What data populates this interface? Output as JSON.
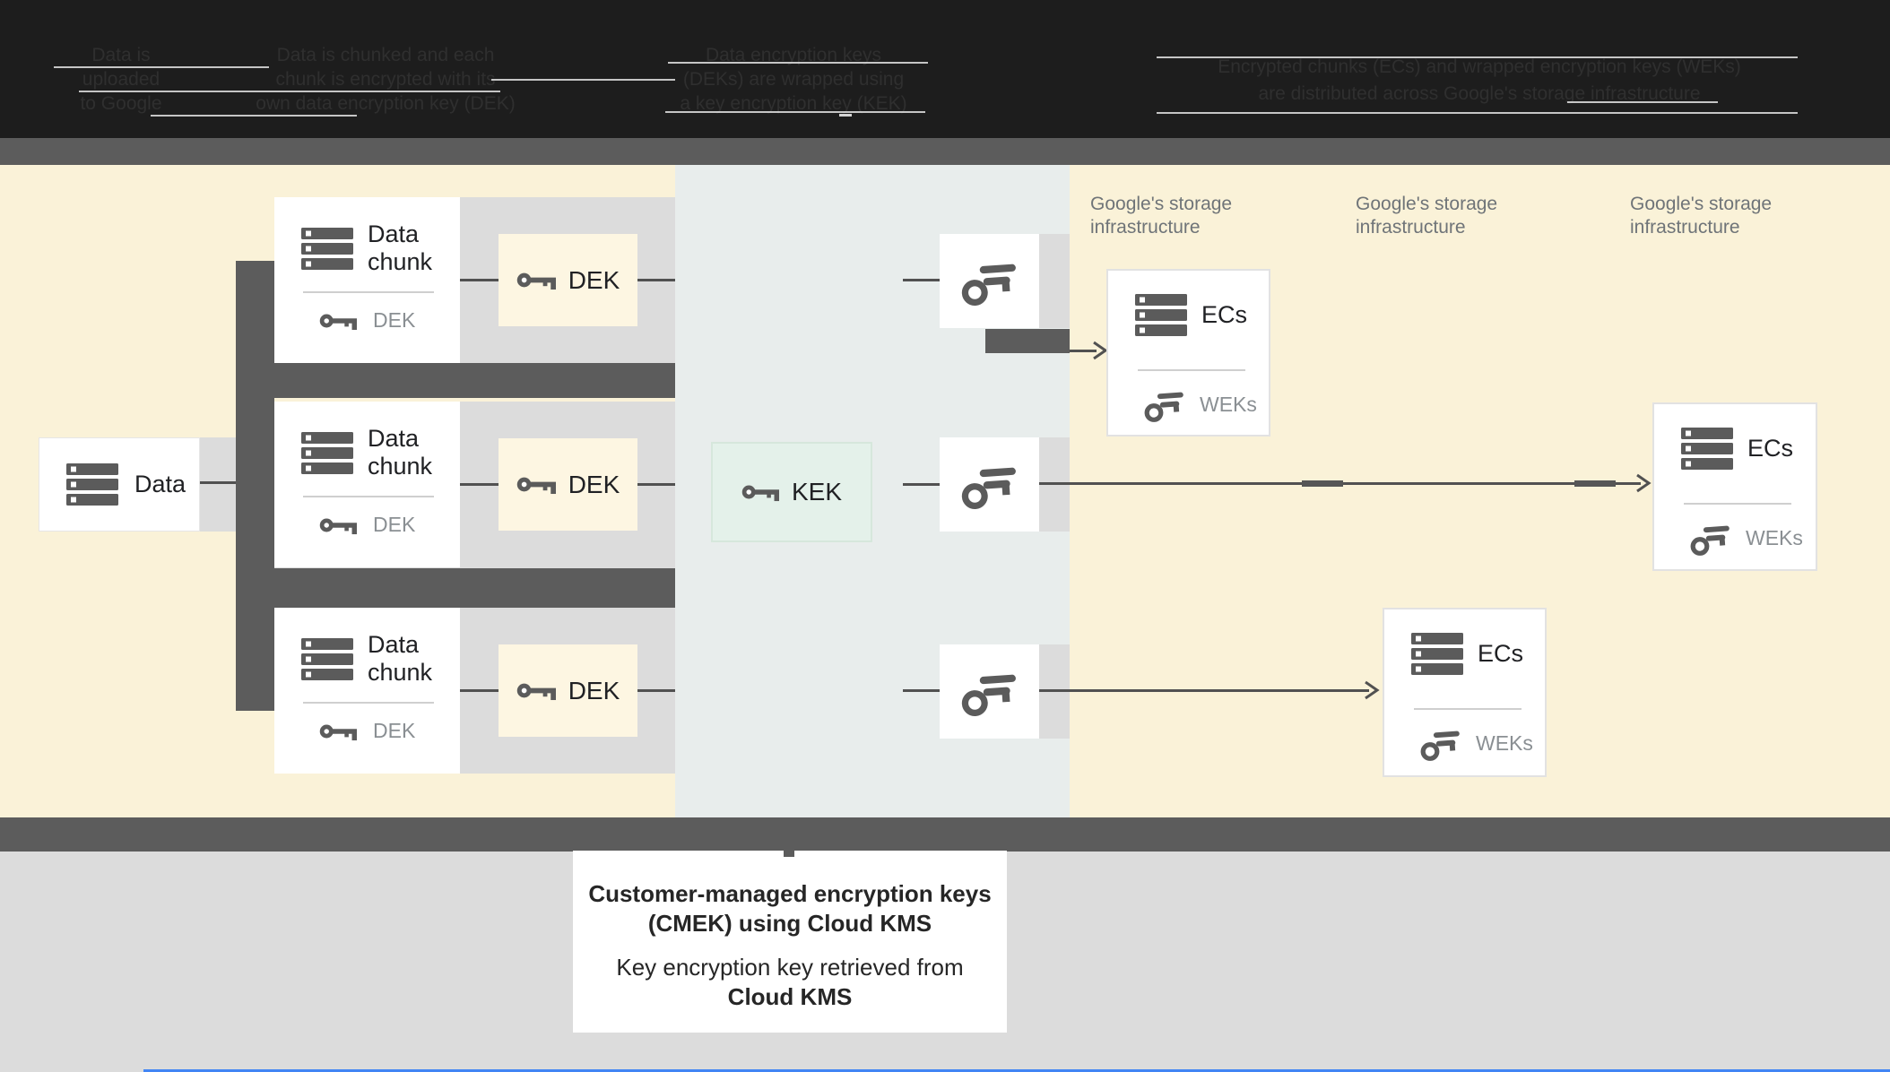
{
  "header": {
    "steps": [
      {
        "lines": [
          "Data is",
          "uploaded",
          "to Google"
        ]
      },
      {
        "lines": [
          "Data is chunked and each",
          "chunk is encrypted with its",
          "own data encryption key (DEK)"
        ]
      },
      {
        "lines": [
          "Data encryption keys",
          "(DEKs) are wrapped using",
          "a key encryption key (KEK)"
        ]
      },
      {
        "lines": [
          "Encrypted chunks (ECs) and wrapped encryption keys (WEKs)",
          "are distributed across Google's storage infrastructure"
        ]
      }
    ]
  },
  "diagram": {
    "data_box_label": "Data",
    "chunk_box_label": "Data chunk",
    "chunk_key_label": "DEK",
    "dek_box_label": "DEK",
    "kek_box_label": "KEK",
    "ecs_box_label": "ECs",
    "weks_label": "WEKs",
    "storage_label_line1": "Google's storage",
    "storage_label_line2": "infrastructure",
    "icons": {
      "data": "database-icon",
      "dek": "key-icon",
      "wek": "key-outline-icon"
    }
  },
  "caption": {
    "p1_line1": "Customer-managed encryption keys",
    "p1_line2": "(CMEK) using Cloud KMS",
    "p2_line1": "Key encryption key retrieved from",
    "p2_line2": "Cloud KMS"
  },
  "colors": {
    "header_bg": "#1d1d1d",
    "separator_band": "#5c5c5c",
    "panel_cream": "#faf2d8",
    "panel_kms": "#e8edec",
    "track_gray": "#dcdcdc",
    "dek_yellow": "#fdf6e2",
    "kek_green": "#e4f1ea",
    "line": "#515151",
    "footer_gray": "#dcdcdc",
    "accent_blue": "#4285f4"
  }
}
